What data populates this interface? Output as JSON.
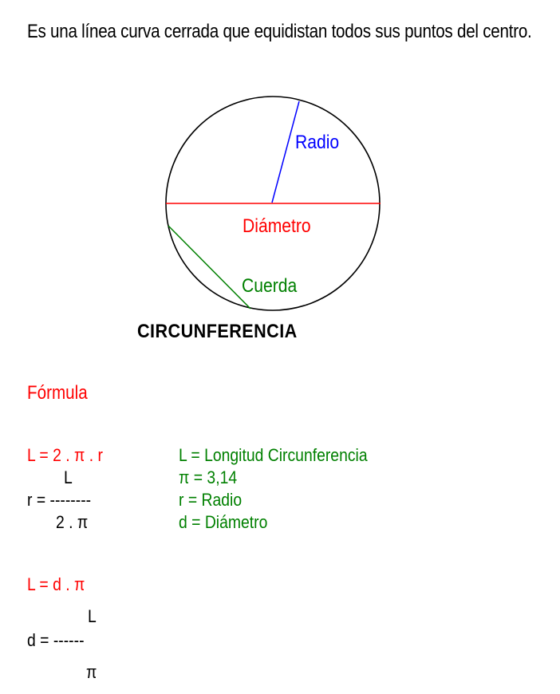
{
  "intro": {
    "text": "Es una línea curva cerrada que equidistan todos sus puntos del centro."
  },
  "diagram": {
    "labels": {
      "radius": "Radio",
      "diameter": "Diámetro",
      "chord": "Cuerda"
    },
    "title": "CIRCUNFERENCIA",
    "colors": {
      "circle": "#000000",
      "radius": "#0000ff",
      "diameter": "#ff0000",
      "chord": "#008000"
    }
  },
  "formula": {
    "heading": "Fórmula",
    "block1": {
      "main": "L = 2 . π . r",
      "numerator": "L",
      "lhs": "r = --------",
      "denominator": "2 . π"
    },
    "block2": {
      "main": "L = d . π",
      "numerator": "L",
      "lhs": "d = ------",
      "denominator": "π"
    },
    "legend": [
      "L = Longitud Circunferencia",
      "π = 3,14",
      "r = Radio",
      "d = Diámetro"
    ]
  }
}
